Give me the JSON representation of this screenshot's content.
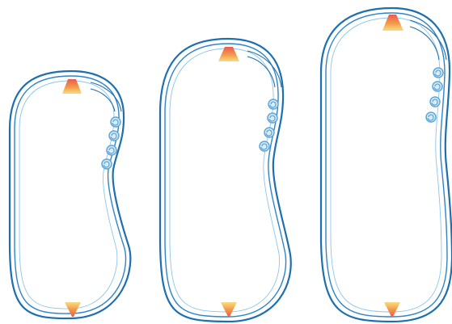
{
  "colors": {
    "background": "#ffffff",
    "outline_dark": "#1e6fae",
    "outline_mid": "#2f84c8",
    "outline_light": "#8ec5e8",
    "marker_red": "#ec5b4f",
    "marker_orange": "#f29a4a",
    "marker_yellow": "#f8d36a",
    "spiral": "#5ea6d9",
    "spiral_fill": "#d8ecf8"
  },
  "icons": {
    "top_marker": "top-cone-marker",
    "bottom_marker": "bottom-cone-marker",
    "spiral": "spiral-icon"
  },
  "cells": [
    {
      "id": "cell-1",
      "spiral_count": 4
    },
    {
      "id": "cell-2",
      "spiral_count": 4
    },
    {
      "id": "cell-3",
      "spiral_count": 4
    }
  ]
}
